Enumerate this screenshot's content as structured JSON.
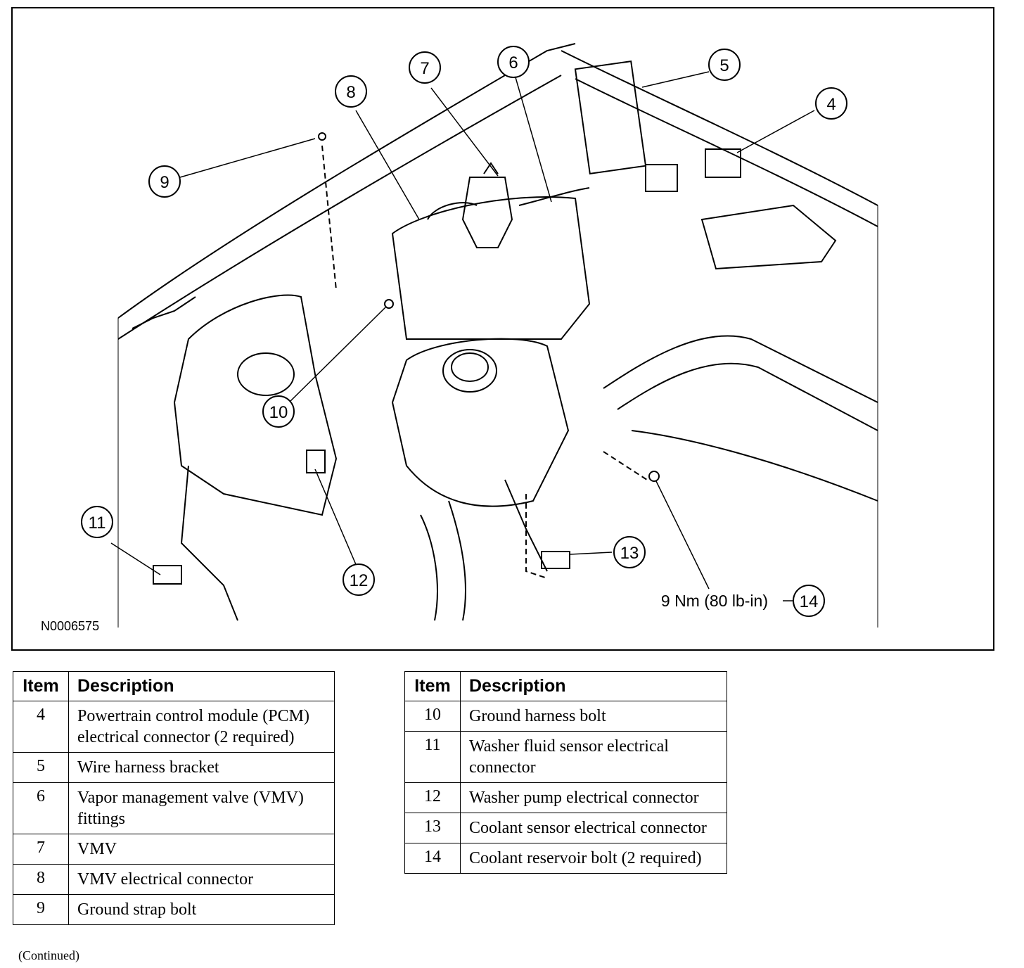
{
  "figure": {
    "id": "N0006575",
    "torque_spec": "9 Nm (80 lb-in)",
    "callouts": [
      "4",
      "5",
      "6",
      "7",
      "8",
      "9",
      "10",
      "11",
      "12",
      "13",
      "14"
    ]
  },
  "legend_headers": {
    "item": "Item",
    "description": "Description"
  },
  "legend_left": [
    {
      "item": "4",
      "description": "Powertrain control module (PCM) electrical connector (2 required)"
    },
    {
      "item": "5",
      "description": "Wire harness bracket"
    },
    {
      "item": "6",
      "description": "Vapor management valve (VMV) fittings"
    },
    {
      "item": "7",
      "description": "VMV"
    },
    {
      "item": "8",
      "description": "VMV electrical connector"
    },
    {
      "item": "9",
      "description": "Ground strap bolt"
    }
  ],
  "legend_right": [
    {
      "item": "10",
      "description": "Ground harness bolt"
    },
    {
      "item": "11",
      "description": "Washer fluid sensor electrical connector"
    },
    {
      "item": "12",
      "description": "Washer pump electrical connector"
    },
    {
      "item": "13",
      "description": "Coolant sensor electrical connector"
    },
    {
      "item": "14",
      "description": "Coolant reservoir bolt (2 required)"
    }
  ],
  "footer": {
    "continued": "(Continued)"
  }
}
